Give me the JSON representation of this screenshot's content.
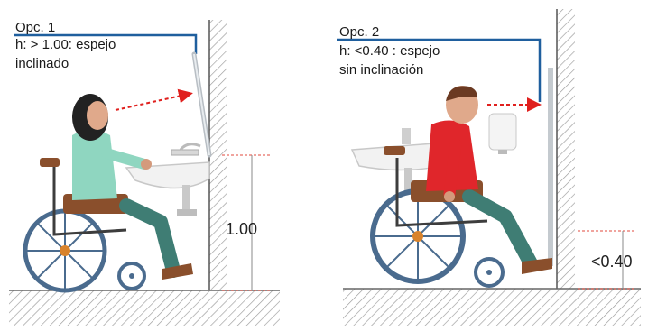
{
  "option1": {
    "title": "Opc. 1",
    "line1": "h:  > 1.00: espejo",
    "line2": "inclinado",
    "dimension": "1.00"
  },
  "option2": {
    "title": "Opc. 2",
    "line1": "h:  <0.40 : espejo",
    "line2": "sin inclinación",
    "dimension": "<0.40"
  },
  "colors": {
    "pipe_blue": "#1f5f9e",
    "arrow_red": "#e0201e",
    "dimension_red": "#e04a3c",
    "wall_hatch": "#9a9a9a",
    "shirt_woman": "#8fd6c0",
    "shirt_man": "#e0262b",
    "wheelchair_wood": "#8a4f2c",
    "wheel_blue": "#4a6b8e",
    "pants_green": "#3f7d74"
  }
}
